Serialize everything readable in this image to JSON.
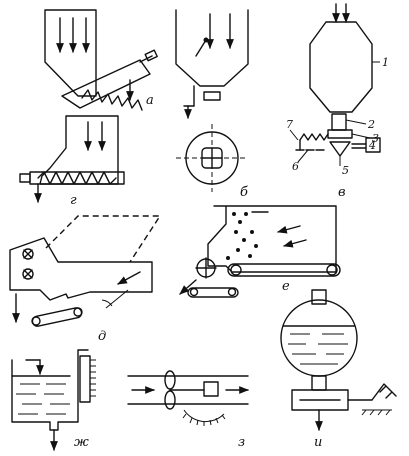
{
  "panels": [
    {
      "id": "a",
      "label": "а"
    },
    {
      "id": "b",
      "label": "б"
    },
    {
      "id": "v",
      "label": "в"
    },
    {
      "id": "g",
      "label": "г"
    },
    {
      "id": "d",
      "label": "д"
    },
    {
      "id": "e",
      "label": "е"
    },
    {
      "id": "zh",
      "label": "ж"
    },
    {
      "id": "z",
      "label": "з"
    },
    {
      "id": "i",
      "label": "и"
    }
  ],
  "callouts": [
    "1",
    "2",
    "3",
    "4",
    "5",
    "6",
    "7"
  ]
}
